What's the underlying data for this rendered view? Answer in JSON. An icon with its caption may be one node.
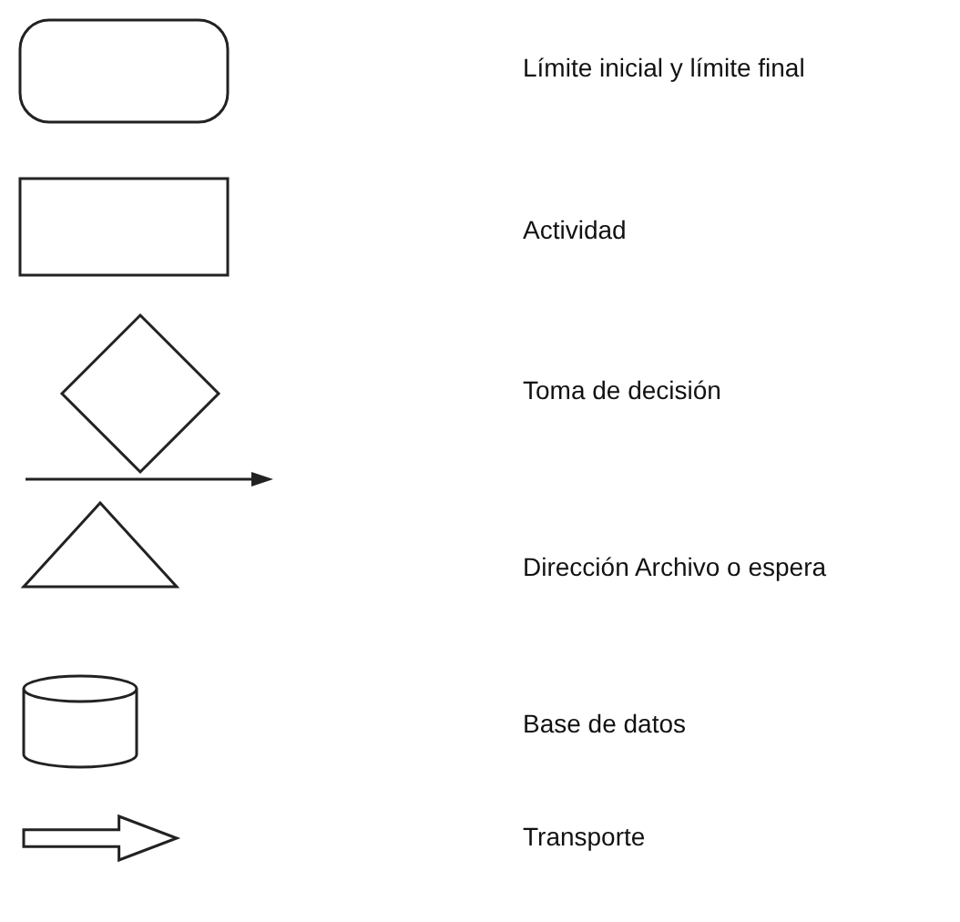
{
  "diagram": {
    "nodes": [
      {
        "text": [],
        "shape": "terminal"
      },
      {
        "text": [],
        "shape": "box"
      },
      {
        "text": [],
        "shape": "diamond"
      },
      {
        "text": [],
        "shape": "triangle"
      },
      {
        "text": [],
        "shape": "cylinder"
      },
      {
        "text": [],
        "shape": "arrow"
      }
    ],
    "labels": [
      "Límite inicial y límite final",
      "Actividad",
      "Toma de decisión",
      "Dirección Archivo o espera",
      "Base de datos",
      "Transporte"
    ]
  }
}
